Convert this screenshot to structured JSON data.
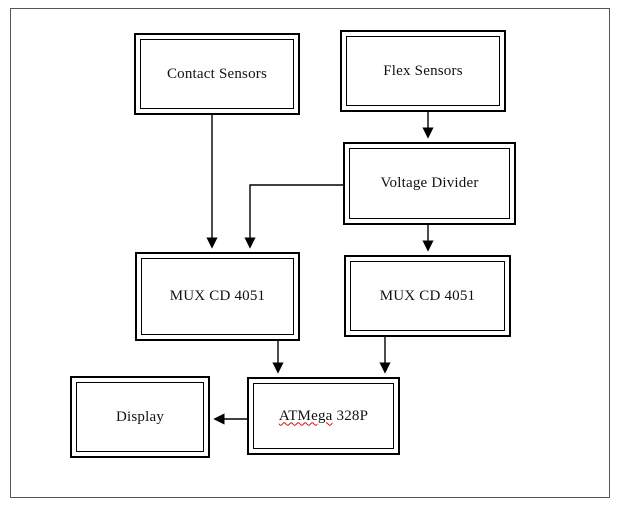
{
  "diagram": {
    "nodes": {
      "contact_sensors": {
        "label": "Contact Sensors"
      },
      "flex_sensors": {
        "label": "Flex Sensors"
      },
      "voltage_divider": {
        "label": "Voltage Divider"
      },
      "mux_left": {
        "label": "MUX CD 4051"
      },
      "mux_right": {
        "label": "MUX CD 4051"
      },
      "atmega": {
        "label_main": "ATMega",
        "label_suffix": "328P"
      },
      "display": {
        "label": "Display"
      }
    },
    "colors": {
      "line": "#000000",
      "frame": "#555555",
      "spellcheck_underline": "#cc1111"
    }
  }
}
